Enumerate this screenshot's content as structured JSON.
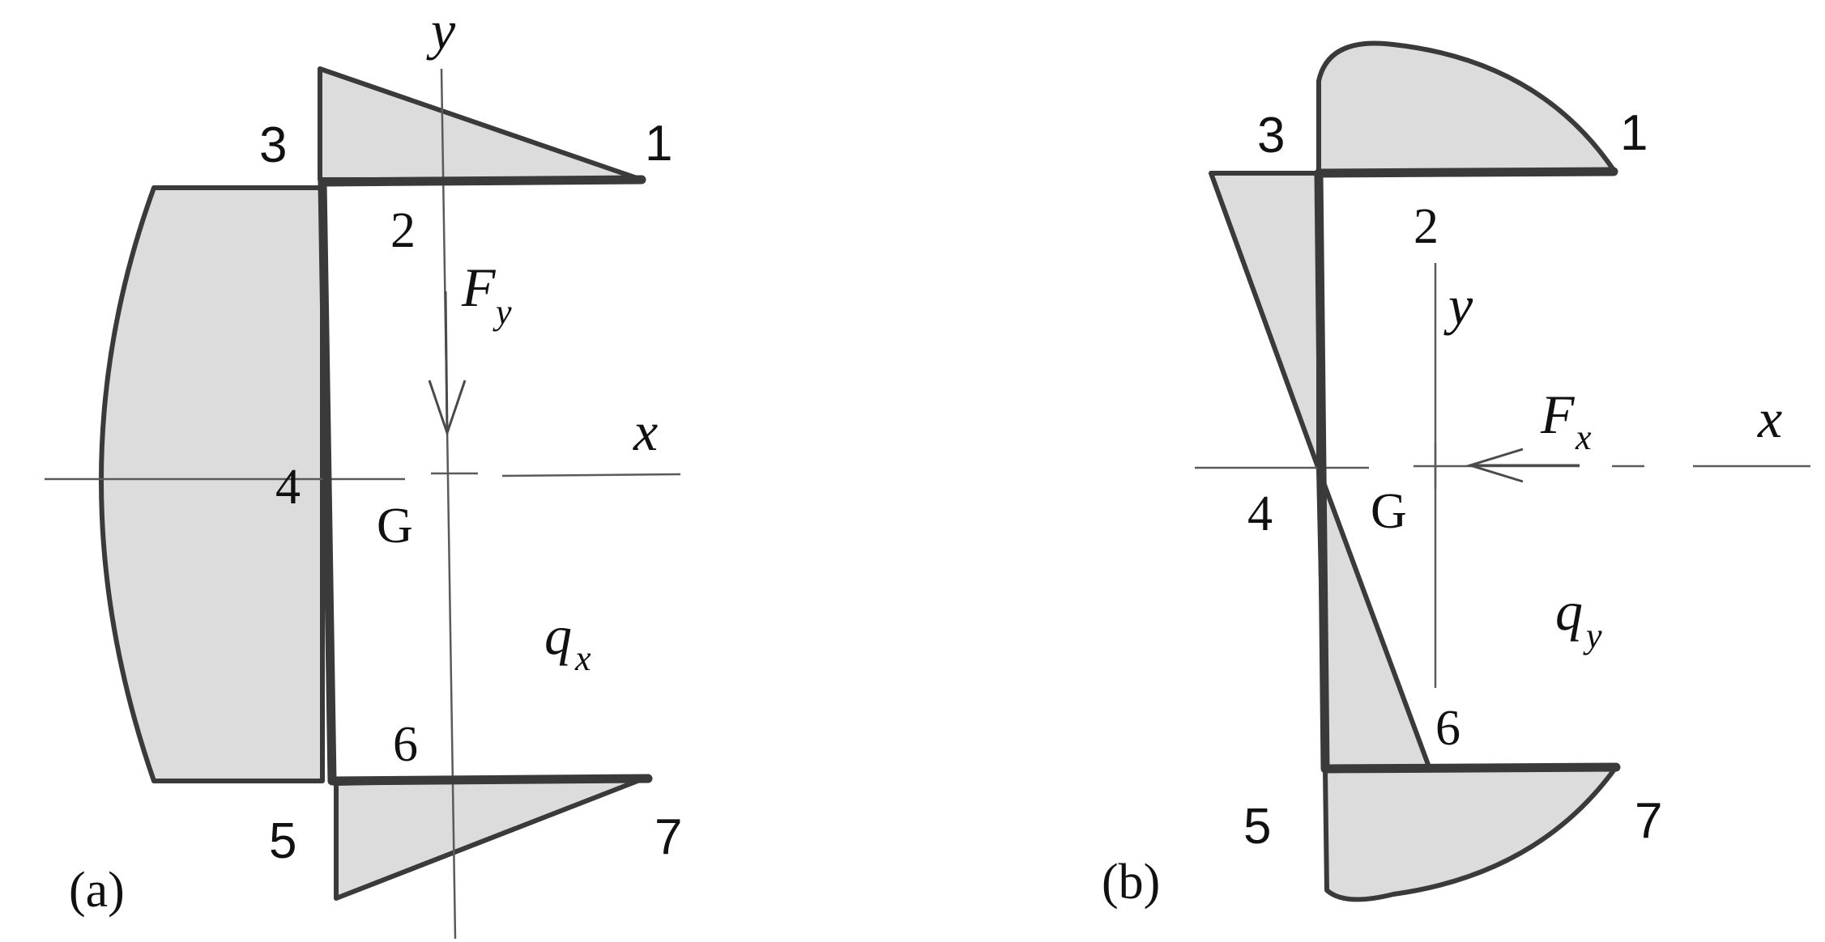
{
  "diagram_a": {
    "caption": "(a)",
    "axis_x": "x",
    "axis_y": "y",
    "force_symbol": "F",
    "force_subscript": "y",
    "flow_symbol": "q",
    "flow_subscript": "x",
    "centroid": "G",
    "points": [
      "1",
      "2",
      "3",
      "4",
      "5",
      "6",
      "7"
    ]
  },
  "diagram_b": {
    "caption": "(b)",
    "axis_x": "x",
    "axis_y": "y",
    "force_symbol": "F",
    "force_subscript": "x",
    "flow_symbol": "q",
    "flow_subscript": "y",
    "centroid": "G",
    "points": [
      "1",
      "2",
      "3",
      "4",
      "5",
      "6",
      "7"
    ]
  },
  "colors": {
    "fill": "#dcdcdc",
    "stroke": "#3a3a3a"
  }
}
